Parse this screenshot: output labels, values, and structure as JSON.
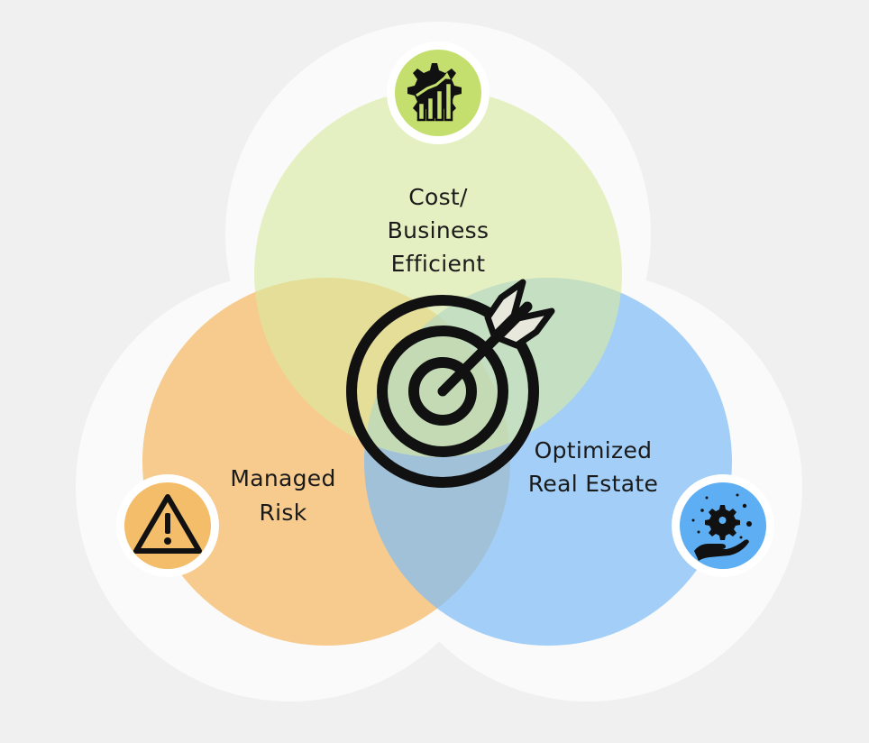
{
  "diagram": {
    "circles": [
      {
        "id": "cost",
        "lines": [
          "Cost/",
          "Business",
          "Efficient"
        ],
        "color": "#d8eaa0",
        "badge_color": "#c4df6e",
        "icon": "gear-growth-chart-icon"
      },
      {
        "id": "risk",
        "lines": [
          "Managed",
          "Risk"
        ],
        "color": "#f6c27a",
        "badge_color": "#f4bd6a",
        "icon": "warning-triangle-icon"
      },
      {
        "id": "real-estate",
        "lines": [
          "Optimized",
          "Real Estate"
        ],
        "color": "#7fbdf5",
        "badge_color": "#5daef3",
        "icon": "hand-holding-gear-icon"
      }
    ],
    "center_icon": "target-arrow-icon"
  }
}
